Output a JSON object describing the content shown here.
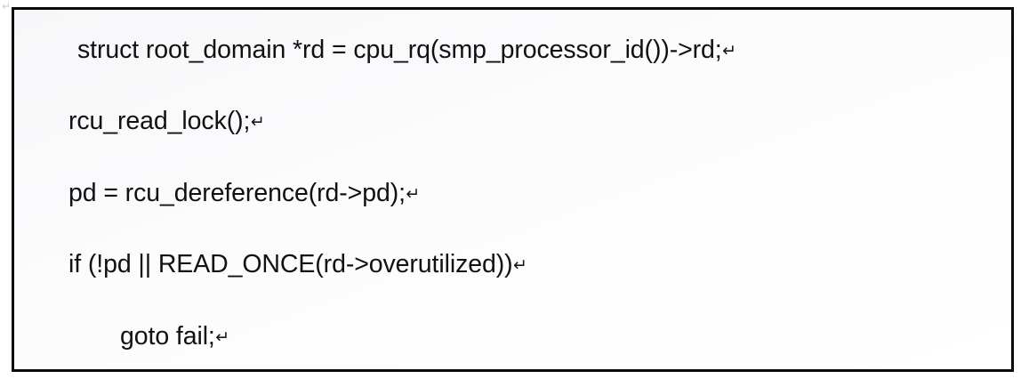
{
  "document": {
    "stray_mark": "↵",
    "code_block": {
      "language": "c",
      "return_mark_glyph": "↵",
      "border_color": "#0b0b0d",
      "background_color": "#fbfbfc",
      "text_color": "#111114",
      "lines": [
        {
          "id": "line-1",
          "text": "struct root_domain *rd = cpu_rq(smp_processor_id())->rd;",
          "indent_level": 1,
          "return_mark": "↵"
        },
        {
          "id": "line-2",
          "text": "rcu_read_lock();",
          "indent_level": 0,
          "return_mark": "↵"
        },
        {
          "id": "line-3",
          "text": "pd = rcu_dereference(rd->pd);",
          "indent_level": 0,
          "return_mark": "↵"
        },
        {
          "id": "line-4",
          "text": "if (!pd || READ_ONCE(rd->overutilized))",
          "indent_level": 0,
          "return_mark": "↵"
        },
        {
          "id": "line-5",
          "text": "goto fail;",
          "indent_level": 2,
          "return_mark": "↵"
        }
      ]
    }
  }
}
